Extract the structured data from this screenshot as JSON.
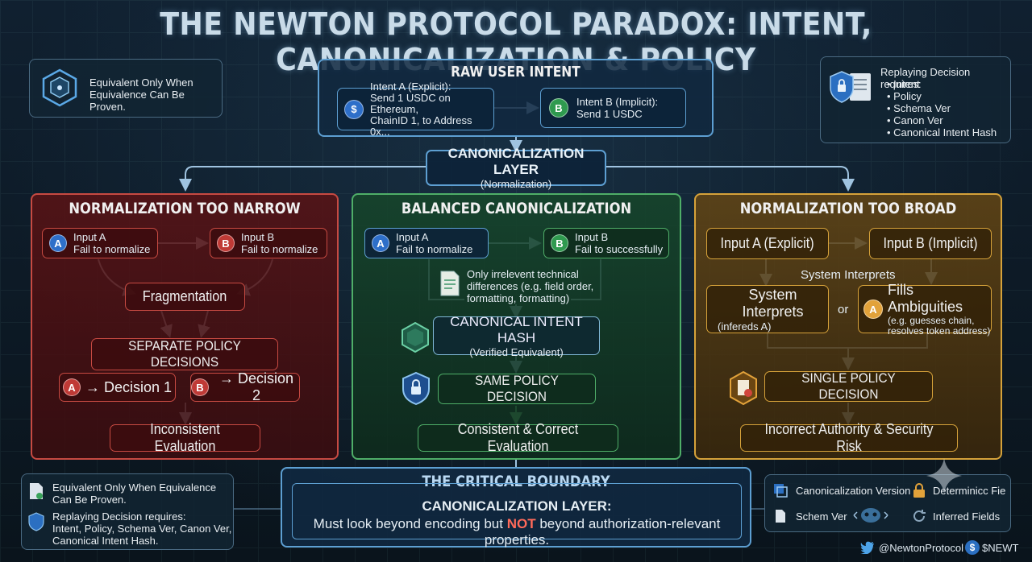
{
  "title": "THE NEWTON PROTOCOL PARADOX: INTENT, CANONICALIZATION & POLICY",
  "top_left_note": {
    "line1": "Equivalent Only When",
    "line2": "Equivalence Can Be Proven."
  },
  "top_right_note": {
    "heading": "Replaying Decision requires:",
    "items": [
      "Intent",
      "Policy",
      "Schema Ver",
      "Canon Ver",
      "Canonical Intent Hash"
    ]
  },
  "raw_intent": {
    "heading": "RAW USER INTENT",
    "a_line1": "Intent A (Explicit):",
    "a_line2": "Send 1 USDC on Ethereum,",
    "a_line3": "ChainID 1, to Address 0x...",
    "b_letter": "B",
    "b_line1": "Intent B (Implicit):",
    "b_line2": "Send 1 USDC"
  },
  "canon_layer": {
    "heading": "CANONICALIZATION LAYER",
    "sub": "(Normalization)"
  },
  "narrow": {
    "heading": "NORMALIZATION TOO NARROW",
    "a_letter": "A",
    "a_line1": "Input A",
    "a_line2": "Fail to normalize",
    "b_letter": "B",
    "b_line1": "Input B",
    "b_line2": "Fail to normalize",
    "fragmentation": "Fragmentation",
    "separate": "SEPARATE POLICY DECISIONS",
    "d1_letter": "A",
    "d1": "→ Decision 1",
    "d2_letter": "B",
    "d2": "→ Decision 2",
    "result": "Inconsistent Evaluation"
  },
  "balanced": {
    "heading": "BALANCED CANONICALIZATION",
    "a_letter": "A",
    "a_line1": "Input A",
    "a_line2": "Fail to normalize",
    "b_letter": "B",
    "b_line1": "Input B",
    "b_line2": "Fail to successfully",
    "note_line1": "Only irrelevent technical",
    "note_line2": "differences (e.g. field order,",
    "note_line3": "formatting, formatting)",
    "hash": "CANONICAL INTENT HASH",
    "hash_sub": "(Verified Equivalent)",
    "same": "SAME POLICY DECISION",
    "result": "Consistent & Correct Evaluation"
  },
  "broad": {
    "heading": "NORMALIZATION TOO BROAD",
    "a": "Input A (Explicit)",
    "b": "Input B (Implicit)",
    "sys_top": "System Interprets",
    "sys_line1": "System Interprets",
    "sys_line2": "(infereds A)",
    "or": "or",
    "fill_letter": "A",
    "fill_line1": "Fills Ambiguities",
    "fill_line2": "(e.g. guesses chain,",
    "fill_line3": "resolves token address)",
    "single": "SINGLE POLICY DECISION",
    "result": "Incorrect Authority & Security Risk"
  },
  "boundary": {
    "heading": "THE CRITICAL BOUNDARY",
    "sub": "CANONICALIZATION LAYER:",
    "desc_pre": "Must look beyond encoding but",
    "desc_not": "NOT",
    "desc_post": "beyond authorization-relevant properties."
  },
  "bottom_left": {
    "l1": "Equivalent Only When Equivalence",
    "l2": "Can Be Proven.",
    "l3": "Replaying Decision requires:",
    "l4": "Intent, Policy, Schema Ver, Canon Ver,",
    "l5": "Canonical Intent Hash."
  },
  "bottom_right": {
    "canon_ver": "Canonicalization Version",
    "determinic": "Determinicc Fie",
    "schem": "Schem Ver",
    "inferred": "Inferred Fields"
  },
  "footer": {
    "twitter": "@NewtonProtocol",
    "ticker": "$NEWT"
  },
  "colors": {
    "red": "#c74a42",
    "green": "#4fae68",
    "orange": "#d6a23a",
    "blue": "#5d9fd2"
  }
}
